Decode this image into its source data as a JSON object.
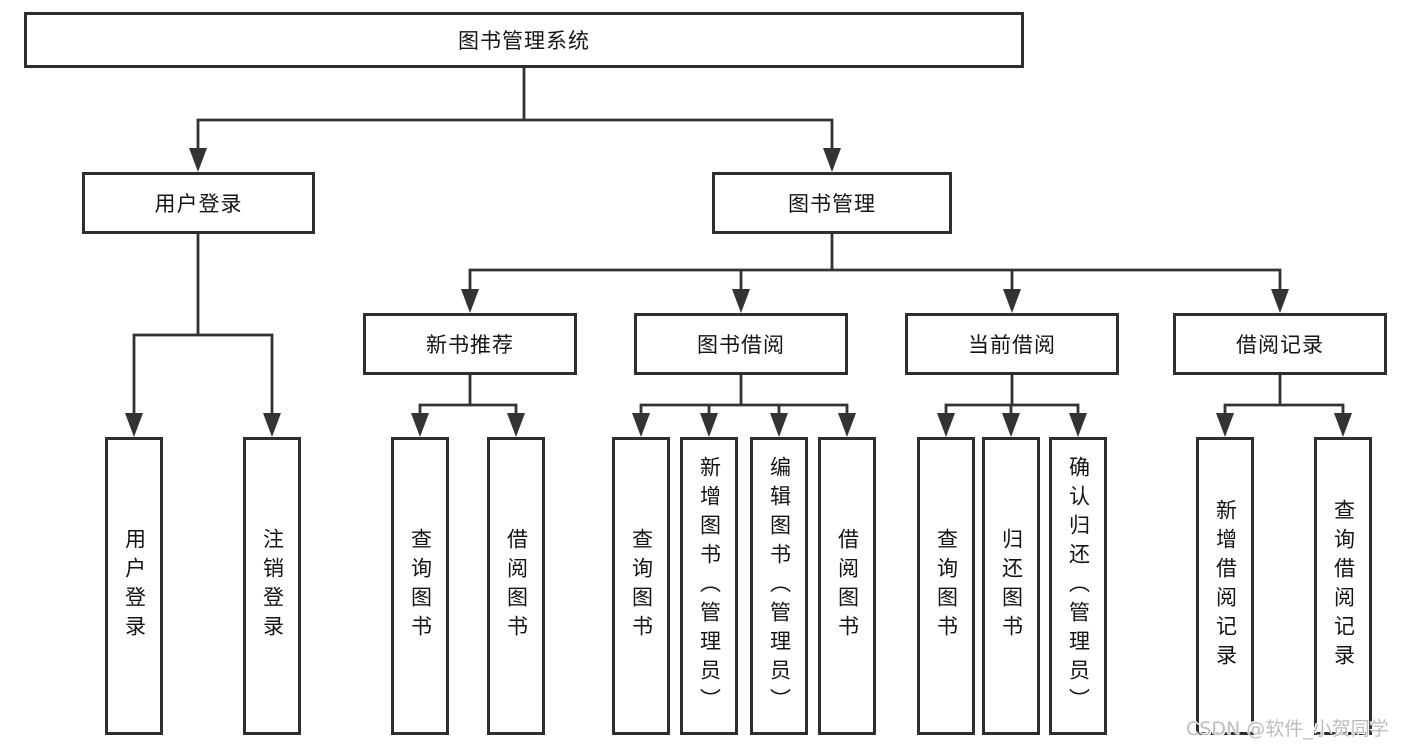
{
  "diagram": {
    "root": {
      "label": "图书管理系统"
    },
    "branches": [
      {
        "label": "用户登录"
      },
      {
        "label": "图书管理"
      }
    ],
    "modules": [
      {
        "label": "新书推荐"
      },
      {
        "label": "图书借阅"
      },
      {
        "label": "当前借阅"
      },
      {
        "label": "借阅记录"
      }
    ],
    "leaves": [
      {
        "label": "用户登录",
        "parent": "用户登录"
      },
      {
        "label": "注销登录",
        "parent": "用户登录"
      },
      {
        "label": "查询图书",
        "parent": "新书推荐"
      },
      {
        "label": "借阅图书",
        "parent": "新书推荐"
      },
      {
        "label": "查询图书",
        "parent": "图书借阅"
      },
      {
        "label": "新增图书（管理员）",
        "parent": "图书借阅"
      },
      {
        "label": "编辑图书（管理员）",
        "parent": "图书借阅"
      },
      {
        "label": "借阅图书",
        "parent": "图书借阅"
      },
      {
        "label": "查询图书",
        "parent": "当前借阅"
      },
      {
        "label": "归还图书",
        "parent": "当前借阅"
      },
      {
        "label": "确认归还（管理员）",
        "parent": "当前借阅"
      },
      {
        "label": "新增借阅记录",
        "parent": "借阅记录"
      },
      {
        "label": "查询借阅记录",
        "parent": "借阅记录"
      }
    ],
    "colors": {
      "line": "#333333",
      "border": "#2e2e2e",
      "text": "#141414",
      "background": "#ffffff",
      "watermark": "#bdbdbd"
    }
  },
  "watermark": "CSDN @软件_小贺同学"
}
